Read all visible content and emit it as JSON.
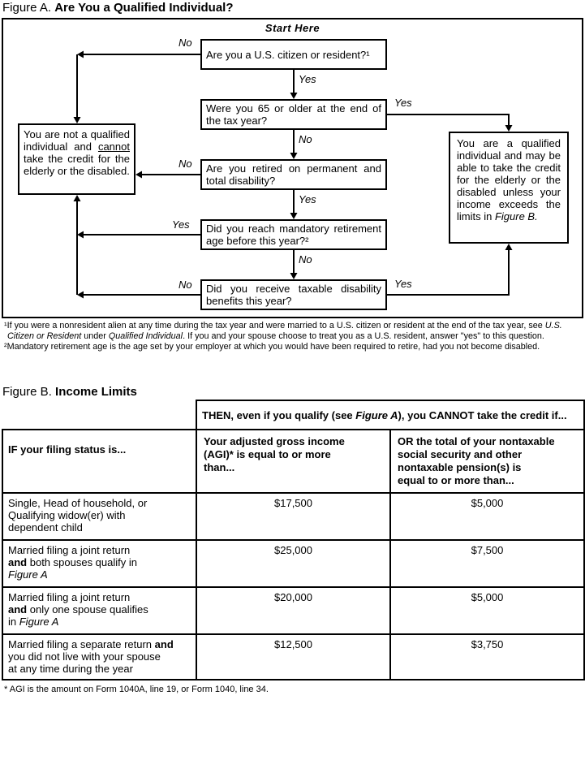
{
  "colors": {
    "ink": "#000000",
    "paper": "#ffffff"
  },
  "figureA": {
    "label": "Figure A.",
    "title": "Are You a Qualified Individual?",
    "start_here": "Start Here",
    "labels": {
      "yes": "Yes",
      "no": "No"
    },
    "questions": {
      "citizen": "Are you a U.S. citizen or resident?¹",
      "age65": "Were you 65 or older at the end of the tax year?",
      "retired_disability": "Are you retired on permanent and total disability?",
      "mandatory_retirement": "Did you reach mandatory retirement age before this year?²",
      "taxable_benefits": "Did you receive taxable disability benefits this year?"
    },
    "not_qualified": {
      "part1": "You are not a qualified individual and ",
      "underlined": "cannot",
      "part2": " take the credit for the elderly or the disabled."
    },
    "qualified": {
      "part1": "You are a qualified individual and may be able to take the credit for the elderly or the disabled unless your income exceeds the limits in ",
      "italic": "Figure B."
    },
    "footnote1": {
      "pre": "¹If you were a nonresident alien at any time during the tax year and were married to a U.S. citizen or resident at the end of the tax year, see ",
      "italic1": "U.S. Citizen or Resident",
      "mid": " under ",
      "italic2": "Qualified Individual",
      "post": ". If you and your spouse choose to treat you as a U.S. resident, answer \"yes\" to this question."
    },
    "footnote2": "²Mandatory retirement age is the age set by your employer at which you would have been required to retire, had you not become disabled."
  },
  "figureB": {
    "label": "Figure B.",
    "title": "Income Limits",
    "header": {
      "then_pre": "THEN, even if you qualify (see ",
      "then_fig": "Figure A",
      "then_post": "), you CANNOT take the credit if...",
      "if_col": "IF your filing status is...",
      "agi_col": "Your adjusted gross income\n(AGI)* is equal to or more\nthan...",
      "nontaxable_col": "OR the total of your nontaxable\nsocial security and other\nnontaxable pension(s) is\nequal to or more than..."
    },
    "rows": [
      {
        "pre": "Single, Head of household, or\nQualifying widow(er) with\ndependent child",
        "bold": "",
        "mid": "",
        "italic": "",
        "agi": "$17,500",
        "nontaxable": "$5,000"
      },
      {
        "pre": "Married filing a joint return\n",
        "bold": "and",
        "mid": " both spouses qualify in\n",
        "italic": "Figure A",
        "agi": "$25,000",
        "nontaxable": "$7,500"
      },
      {
        "pre": "Married filing a joint return\n",
        "bold": "and",
        "mid": " only one spouse qualifies\nin ",
        "italic": "Figure A",
        "agi": "$20,000",
        "nontaxable": "$5,000"
      },
      {
        "pre": "Married filing a separate return ",
        "bold": "and",
        "mid": "\nyou did not live with your spouse\nat any time during the year",
        "italic": "",
        "agi": "$12,500",
        "nontaxable": "$3,750"
      }
    ],
    "footnote": "* AGI is the amount on Form 1040A, line 19, or Form 1040, line 34."
  }
}
